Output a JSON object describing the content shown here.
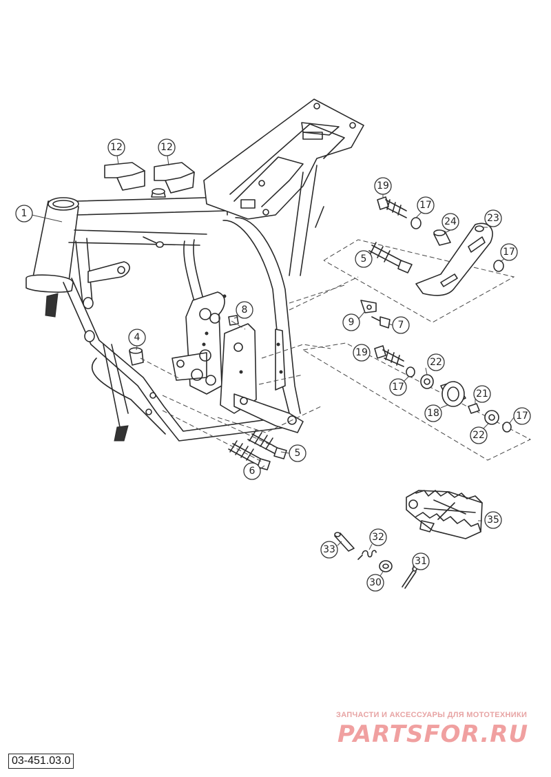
{
  "document": {
    "code": "03-451.03.0"
  },
  "watermark": {
    "tagline": "ЗАПЧАСТИ И АКСЕССУАРЫ ДЛЯ МОТОТЕХНИКИ",
    "logo": "PARTSFOR.RU"
  },
  "callouts": [
    {
      "id": "c1",
      "label": "1"
    },
    {
      "id": "c12a",
      "label": "12"
    },
    {
      "id": "c12b",
      "label": "12"
    },
    {
      "id": "c4",
      "label": "4"
    },
    {
      "id": "c8",
      "label": "8"
    },
    {
      "id": "c5a",
      "label": "5"
    },
    {
      "id": "c5b",
      "label": "5"
    },
    {
      "id": "c6",
      "label": "6"
    },
    {
      "id": "c19a",
      "label": "19"
    },
    {
      "id": "c17a",
      "label": "17"
    },
    {
      "id": "c24",
      "label": "24"
    },
    {
      "id": "c23",
      "label": "23"
    },
    {
      "id": "c17b",
      "label": "17"
    },
    {
      "id": "c9",
      "label": "9"
    },
    {
      "id": "c7",
      "label": "7"
    },
    {
      "id": "c19b",
      "label": "19"
    },
    {
      "id": "c22a",
      "label": "22"
    },
    {
      "id": "c17c",
      "label": "17"
    },
    {
      "id": "c21",
      "label": "21"
    },
    {
      "id": "c18",
      "label": "18"
    },
    {
      "id": "c22b",
      "label": "22"
    },
    {
      "id": "c17d",
      "label": "17"
    },
    {
      "id": "c35",
      "label": "35"
    },
    {
      "id": "c32",
      "label": "32"
    },
    {
      "id": "c33",
      "label": "33"
    },
    {
      "id": "c31",
      "label": "31"
    },
    {
      "id": "c30",
      "label": "30"
    }
  ]
}
